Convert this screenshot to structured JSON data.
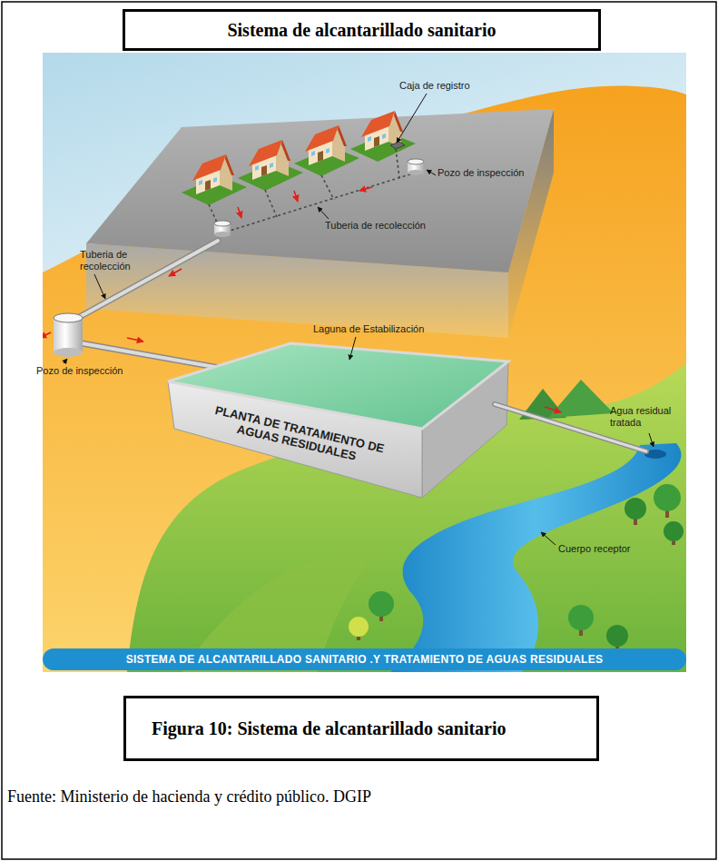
{
  "diagram": {
    "title": "Sistema de alcantarillado sanitario",
    "caption": "Figura 10: Sistema de alcantarillado sanitario",
    "nodes": [
      {
        "text": [
          "PLANTA DE TRATAMIENTO DE AGUAS RESIDUALES"
        ]
      },
      {
        "text": [
          "SISTEMA DE ALCANTARILLADO SANITARIO .Y TRATAMIENTO DE AGUAS RESIDUALES"
        ]
      }
    ],
    "labels": [
      "Caja de registro",
      "Pozo de inspección",
      "Tuberia de recolección",
      "Tuberia de recolección",
      "Pozo de inspección",
      "Laguna de Estabilización",
      "Agua residual tratada",
      "Cuerpo receptor",
      "Fuente: Ministerio de hacienda y crédito público. DGIP"
    ]
  }
}
